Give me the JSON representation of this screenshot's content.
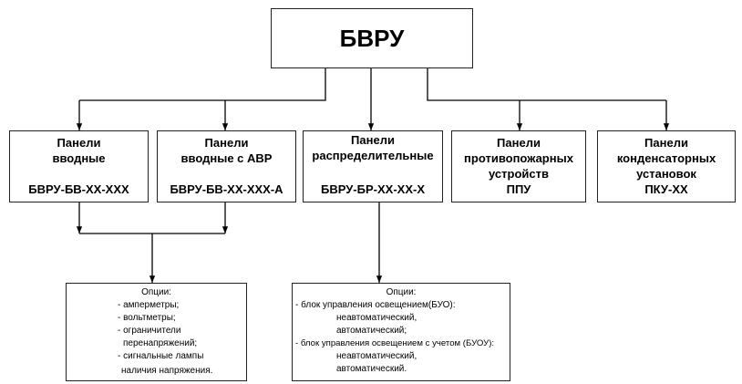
{
  "root": {
    "title": "БВРУ"
  },
  "panels": [
    {
      "lines": [
        "Панели",
        "вводные",
        "",
        "БВРУ-БВ-ХХ-ХХХ"
      ]
    },
    {
      "lines": [
        "Панели",
        "вводные с АВР",
        "",
        "БВРУ-БВ-ХХ-ХХХ-А"
      ]
    },
    {
      "lines": [
        "Панели",
        "распределительные",
        "",
        "БВРУ-БР-ХХ-ХХ-Х"
      ]
    },
    {
      "lines": [
        "Панели",
        "противопожарных",
        "устройств",
        "ППУ"
      ]
    },
    {
      "lines": [
        "Панели",
        "конденсаторных",
        "установок",
        "ПКУ-ХХ"
      ]
    }
  ],
  "options_left": {
    "title": "Опции:",
    "items": [
      "- амперметры;",
      "- вольтметры;",
      "- ограничители",
      "перенапряжений;",
      "- сигнальные лампы",
      "наличия напряжения."
    ]
  },
  "options_right": {
    "title": "Опции:",
    "items": [
      "- блок управления освещением(БУО):",
      "неавтоматический,",
      "автоматический;",
      "- блок управления освещением с учетом (БУОУ):",
      "неавтоматический,",
      "автоматический."
    ]
  }
}
